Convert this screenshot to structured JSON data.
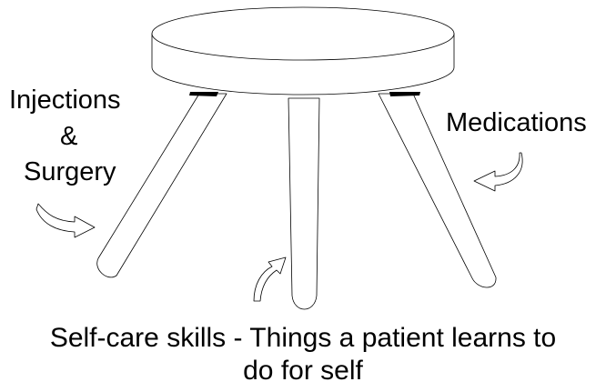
{
  "labels": {
    "injections_line1": "Injections",
    "injections_line2": "&",
    "injections_line3": "Surgery",
    "medications": "Medications",
    "selfcare_line1": "Self-care skills - Things a patient learns to",
    "selfcare_line2": "do for self"
  },
  "icons": {
    "left_arrow": "curved-arrow-right",
    "center_arrow": "curved-arrow-up-right",
    "right_arrow": "curved-arrow-left"
  },
  "colors": {
    "stroke": "#000000",
    "fill": "#ffffff",
    "leg_shadow": "#000000"
  }
}
